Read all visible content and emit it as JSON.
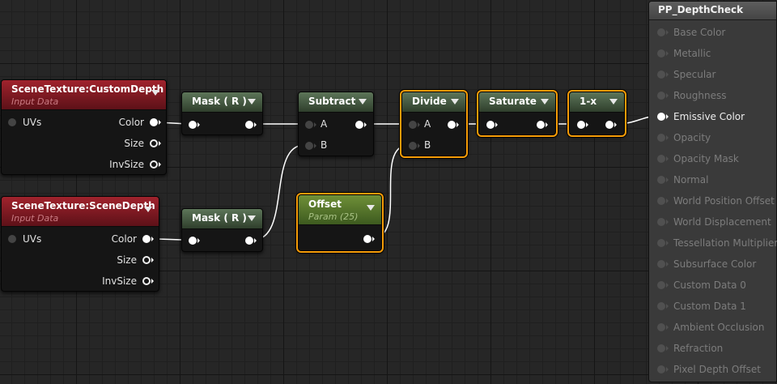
{
  "nodes": {
    "custom_depth": {
      "title": "SceneTexture:CustomDepth",
      "subtitle": "Input Data",
      "inputs": [
        "UVs"
      ],
      "outputs": [
        "Color",
        "Size",
        "InvSize"
      ]
    },
    "scene_depth": {
      "title": "SceneTexture:SceneDepth",
      "subtitle": "Input Data",
      "inputs": [
        "UVs"
      ],
      "outputs": [
        "Color",
        "Size",
        "InvSize"
      ]
    },
    "mask_top": {
      "title": "Mask ( R )"
    },
    "mask_bottom": {
      "title": "Mask ( R )"
    },
    "subtract": {
      "title": "Subtract",
      "inputs": [
        "A",
        "B"
      ]
    },
    "offset": {
      "title": "Offset",
      "subtitle": "Param (25)"
    },
    "divide": {
      "title": "Divide",
      "inputs": [
        "A",
        "B"
      ]
    },
    "saturate": {
      "title": "Saturate"
    },
    "one_minus": {
      "title": "1-x"
    }
  },
  "material_panel": {
    "title": "PP_DepthCheck",
    "pins": [
      "Base Color",
      "Metallic",
      "Specular",
      "Roughness",
      "Emissive Color",
      "Opacity",
      "Opacity Mask",
      "Normal",
      "World Position Offset",
      "World Displacement",
      "Tessellation Multiplier",
      "Subsurface Color",
      "Custom Data 0",
      "Custom Data 1",
      "Ambient Occlusion",
      "Refraction",
      "Pixel Depth Offset"
    ],
    "active_pin": "Emissive Color"
  },
  "colors": {
    "selection": "#f59c08",
    "scene_texture_header": "#a0232d",
    "math_header": "#5d7559",
    "param_header": "#6f9038",
    "wire": "#ffffff"
  }
}
